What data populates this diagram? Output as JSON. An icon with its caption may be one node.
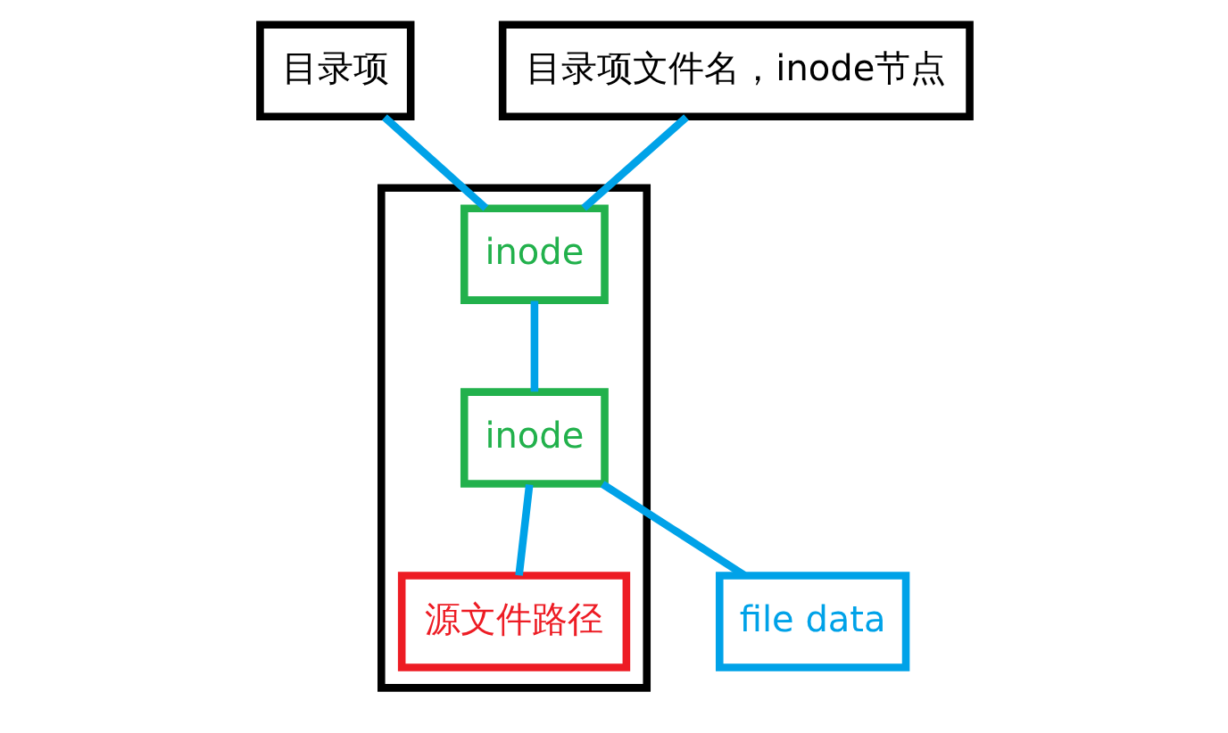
{
  "diagram": {
    "nodes": [
      {
        "text": [
          "目录项"
        ]
      },
      {
        "text": [
          "目录项文件名，inode节点"
        ]
      },
      {
        "text": [],
        "shape": "box"
      },
      {
        "text": [
          "inode"
        ],
        "in": 2
      },
      {
        "text": [
          "inode"
        ],
        "in": 2
      },
      {
        "text": [
          "源文件路径"
        ],
        "in": 2
      },
      {
        "text": [
          "file data"
        ]
      }
    ],
    "edges": [
      {
        "from": 0,
        "to": 3,
        "arrow": "none"
      },
      {
        "from": 1,
        "to": 3,
        "arrow": "none"
      },
      {
        "from": 3,
        "to": 4,
        "arrow": "none"
      },
      {
        "from": 4,
        "to": 6,
        "arrow": "none"
      },
      {
        "from": 4,
        "to": 5,
        "arrow": "none"
      }
    ]
  }
}
